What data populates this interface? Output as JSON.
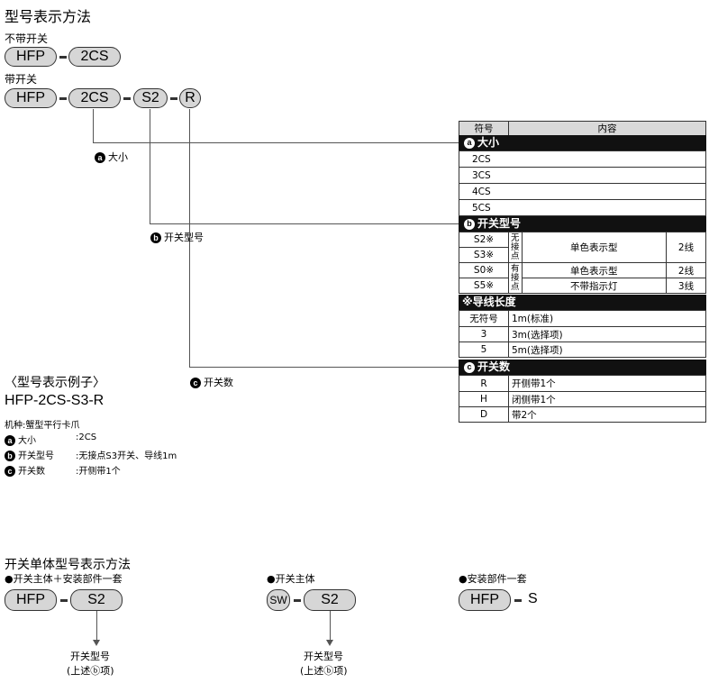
{
  "title": "型号表示方法",
  "no_switch": {
    "label": "不带开关",
    "parts": [
      "HFP",
      "2CS"
    ]
  },
  "with_switch": {
    "label": "带开关",
    "parts": [
      "HFP",
      "2CS",
      "S2",
      "R"
    ]
  },
  "callouts": {
    "a": "大小",
    "b": "开关型号",
    "c": "开关数"
  },
  "table": {
    "col_code": "符号",
    "col_content": "内容",
    "sec_a_title": "大小",
    "sizes": [
      "2CS",
      "3CS",
      "4CS",
      "5CS"
    ],
    "sec_b_title": "开关型号",
    "sw_no_contact": "无接点",
    "sw_with_contact": "有接点",
    "sw_rows": {
      "s2": "S2※",
      "s3": "S3※",
      "s0": "S0※",
      "s5": "S5※",
      "single_display": "单色表示型",
      "single_display2": "单色表示型",
      "no_lamp": "不带指示灯",
      "wire2": "2线",
      "wire2b": "2线",
      "wire3": "3线"
    },
    "lead_title": "※导线长度",
    "lead_rows": [
      {
        "code": "无符号",
        "desc": "1m(标准)"
      },
      {
        "code": "3",
        "desc": "3m(选择项)"
      },
      {
        "code": "5",
        "desc": "5m(选择项)"
      }
    ],
    "sec_c_title": "开关数",
    "count_rows": [
      {
        "code": "R",
        "desc": "开侧带1个"
      },
      {
        "code": "H",
        "desc": "闭侧带1个"
      },
      {
        "code": "D",
        "desc": "带2个"
      }
    ]
  },
  "example": {
    "heading": "〈型号表示例子〉",
    "model": "HFP-2CS-S3-R",
    "machine": "机种:蟹型平行卡爪",
    "a_label": "大小",
    "a_value": ":2CS",
    "b_label": "开关型号",
    "b_value": ":无接点S3开关、导线1m",
    "c_label": "开关数",
    "c_value": ":开侧带1个"
  },
  "unit": {
    "title": "开关单体型号表示方法",
    "g1_label": "●开关主体＋安装部件一套",
    "g1_parts": [
      "HFP",
      "S2"
    ],
    "g1_note1": "开关型号",
    "g1_note2": "(上述ⓑ项)",
    "g2_label": "●开关主体",
    "g2_parts": [
      "SW",
      "S2"
    ],
    "g2_note1": "开关型号",
    "g2_note2": "(上述ⓑ项)",
    "g3_label": "●安装部件一套",
    "g3_parts": [
      "HFP",
      "S"
    ]
  },
  "badges": {
    "a": "a",
    "b": "b",
    "c": "c"
  }
}
